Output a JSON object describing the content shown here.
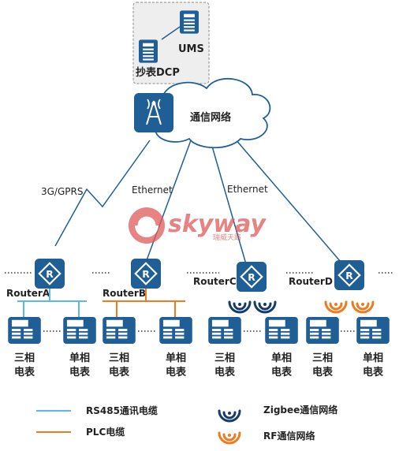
{
  "servers": {
    "ums": "UMS",
    "dcp": "抄表DCP"
  },
  "cloud": {
    "label": "通信网络"
  },
  "links": {
    "gprs": "3G/GPRS",
    "ethernet_1": "Ethernet",
    "ethernet_2": "Ethernet"
  },
  "watermark": {
    "brand": "skyway",
    "sub": "瑞威天路"
  },
  "routers": {
    "a": "RouterA",
    "b": "RouterB",
    "c": "RouterC",
    "d": "RouterD"
  },
  "meters": {
    "m1": [
      "三相",
      "电表"
    ],
    "m2": [
      "单相",
      "电表"
    ],
    "m3": [
      "三相",
      "电表"
    ],
    "m4": [
      "单相",
      "电表"
    ],
    "m5": [
      "三相",
      "电表"
    ],
    "m6": [
      "单相",
      "电表"
    ],
    "m7": [
      "三相",
      "电表"
    ],
    "m8": [
      "单相",
      "电表"
    ]
  },
  "legend": {
    "rs485": "RS485通讯电缆",
    "plc": "PLC电缆",
    "zigbee": "Zigbee通信网络",
    "rf": "RF通信网络"
  },
  "colors": {
    "device_blue": "#1f5f95",
    "line_blue": "#1f5f95",
    "rs485": "#5bb8e8",
    "plc": "#f07a1e",
    "zigbee_wave": "#143c6b",
    "rf_wave": "#f07a1e",
    "watermark": "#e05a5a"
  }
}
